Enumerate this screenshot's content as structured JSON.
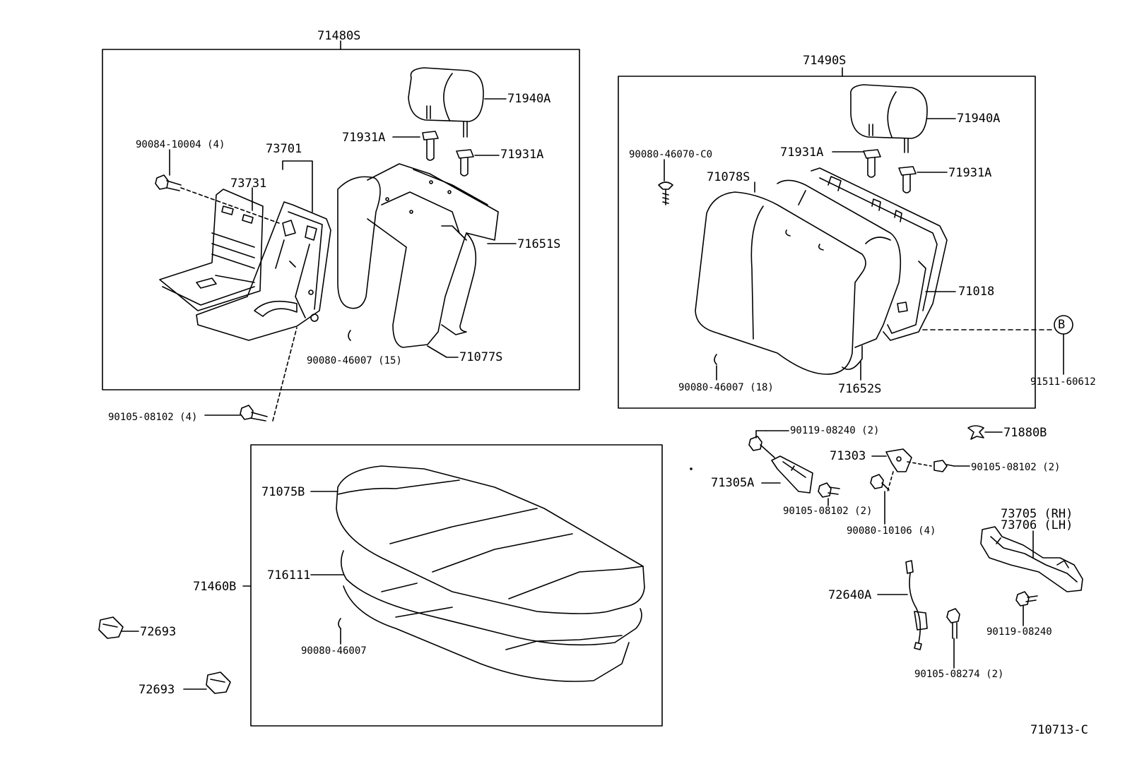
{
  "diagram": {
    "page_code": "710713-C",
    "rear_seatback_lh": {
      "assembly": "71480S",
      "headrest": "71940A",
      "support_1": "71931A",
      "support_2": "71931A",
      "bolt_top": "90084-10004 (4)",
      "belt_assy": "73701",
      "belt_sub": "73731",
      "cover": "71651S",
      "pad": "71077S",
      "hog_ring": "90080-46007 (15)",
      "bolt_bottom": "90105-08102 (4)"
    },
    "rear_seatback_rh": {
      "assembly": "71490S",
      "headrest": "71940A",
      "support_1": "71931A",
      "support_2": "71931A",
      "clip": "90080-46070-C0",
      "cover": "71078S",
      "frame": "71018",
      "callout": "B",
      "clip_b": "91511-60612",
      "hog_ring": "90080-46007 (18)",
      "pad": "71652S"
    },
    "hardware": {
      "bolt_a": "90119-08240 (2)",
      "hinge_r": "71303",
      "bolt_b": "90105-08102 (2)",
      "hinge_l": "71305A",
      "bolt_c": "90105-08102 (2)",
      "bolt_d": "90080-10106 (4)",
      "clip": "71880B",
      "lock_rh": "73705 (RH)",
      "lock_lh": "73706 (LH)",
      "bolt_e": "90119-08240",
      "cable": "72640A",
      "bolt_f": "90105-08274 (2)"
    },
    "seat_cushion": {
      "assembly": "71460B",
      "cover": "71075B",
      "pad": "716111",
      "hog_ring": "90080-46007"
    },
    "loose_parts": {
      "cover_1": "72693",
      "cover_2": "72693"
    }
  }
}
